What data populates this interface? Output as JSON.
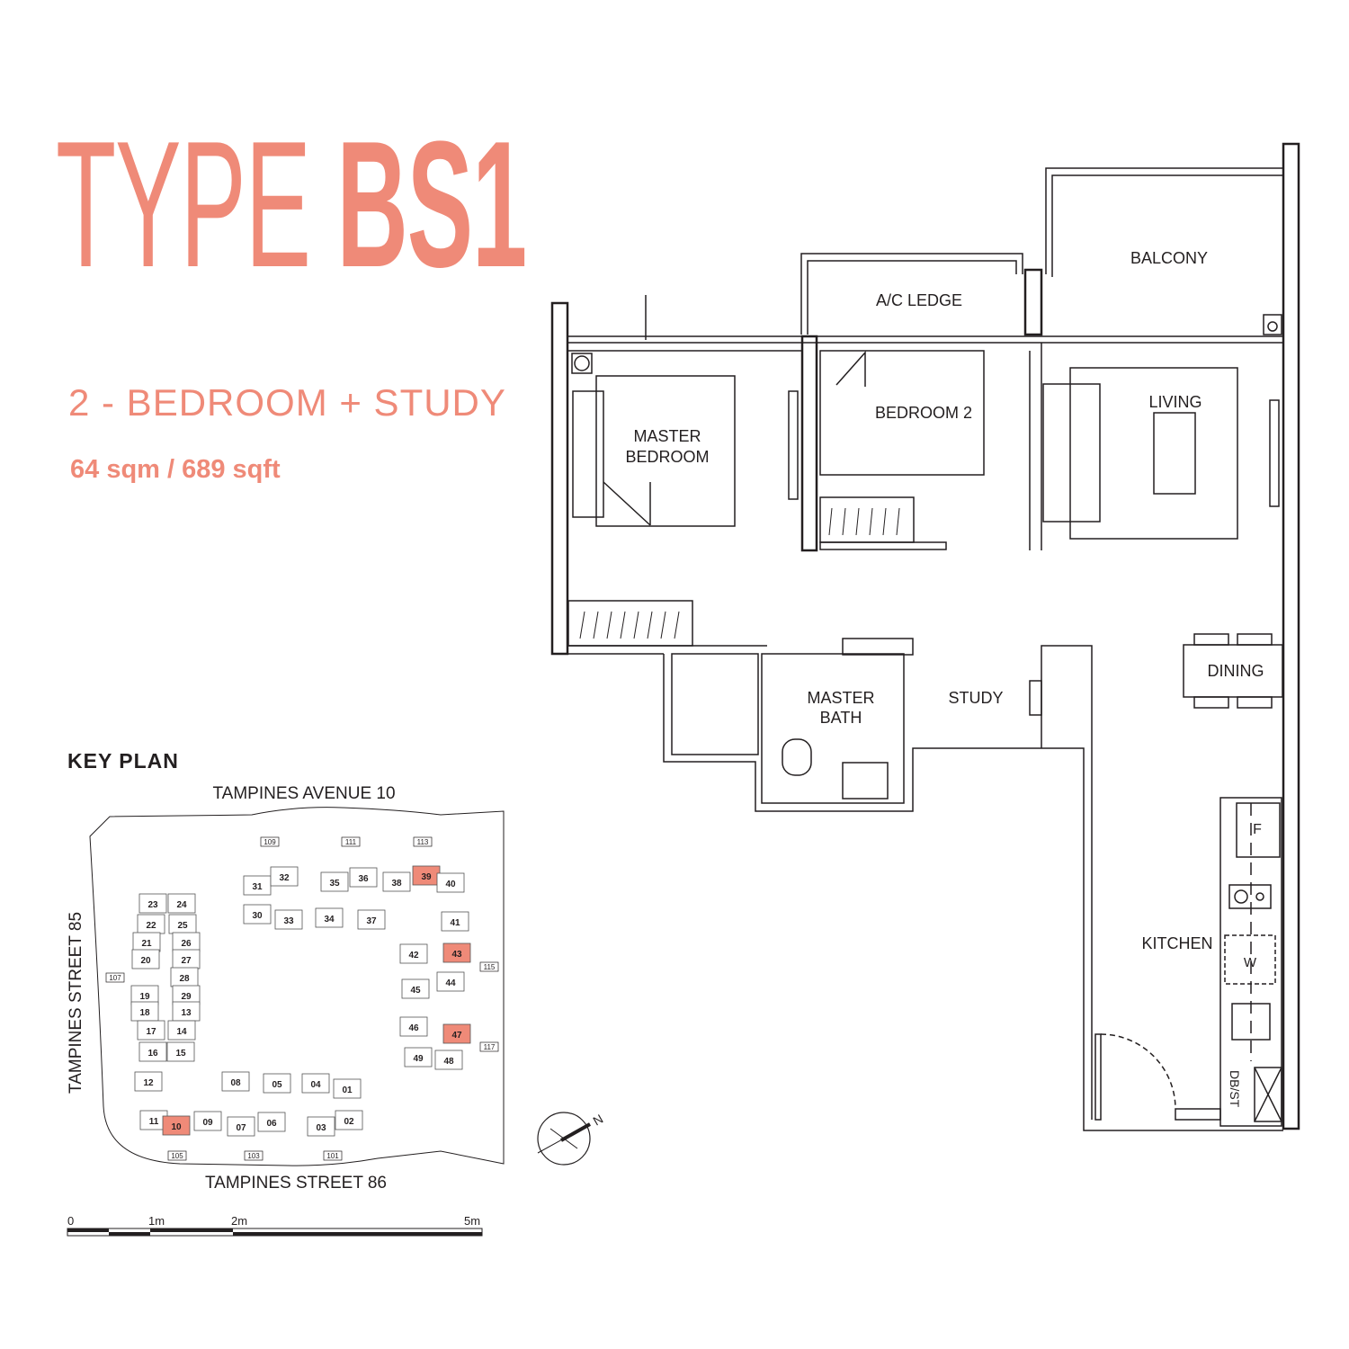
{
  "header": {
    "type_prefix": "TYPE",
    "type_code": "BS1",
    "unit_type": "2 - BEDROOM + STUDY",
    "area": "64 sqm / 689 sqft"
  },
  "rooms": {
    "balcony": "BALCONY",
    "ac_ledge": "A/C LEDGE",
    "master_bedroom_1": "MASTER",
    "master_bedroom_2": "BEDROOM",
    "bedroom2": "BEDROOM 2",
    "living": "LIVING",
    "dining": "DINING",
    "master_bath_1": "MASTER",
    "master_bath_2": "BATH",
    "study": "STUDY",
    "kitchen": "KITCHEN",
    "fridge": "F",
    "washer": "W",
    "db_st": "DB/ST"
  },
  "key_plan": {
    "title": "KEY PLAN",
    "roads": {
      "north": "TAMPINES AVENUE 10",
      "south": "TAMPINES STREET 86",
      "west": "TAMPINES STREET 85"
    },
    "lots": [
      "109",
      "111",
      "113",
      "107",
      "115",
      "117",
      "105",
      "103",
      "101"
    ],
    "units": [
      "23",
      "24",
      "22",
      "25",
      "21",
      "26",
      "20",
      "27",
      "28",
      "19",
      "29",
      "18",
      "13",
      "17",
      "14",
      "16",
      "15",
      "12",
      "11",
      "10",
      "09",
      "07",
      "06",
      "08",
      "05",
      "04",
      "01",
      "03",
      "02",
      "31",
      "32",
      "30",
      "33",
      "34",
      "37",
      "35",
      "36",
      "38",
      "39",
      "40",
      "41",
      "42",
      "43",
      "44",
      "45",
      "46",
      "47",
      "48",
      "49"
    ],
    "highlighted_units": [
      "39",
      "43",
      "47",
      "10"
    ],
    "highlight_color": "#ef8a78"
  },
  "compass": {
    "label": "N"
  },
  "scale_bar": {
    "labels": [
      "0",
      "1m",
      "2m",
      "5m"
    ]
  }
}
